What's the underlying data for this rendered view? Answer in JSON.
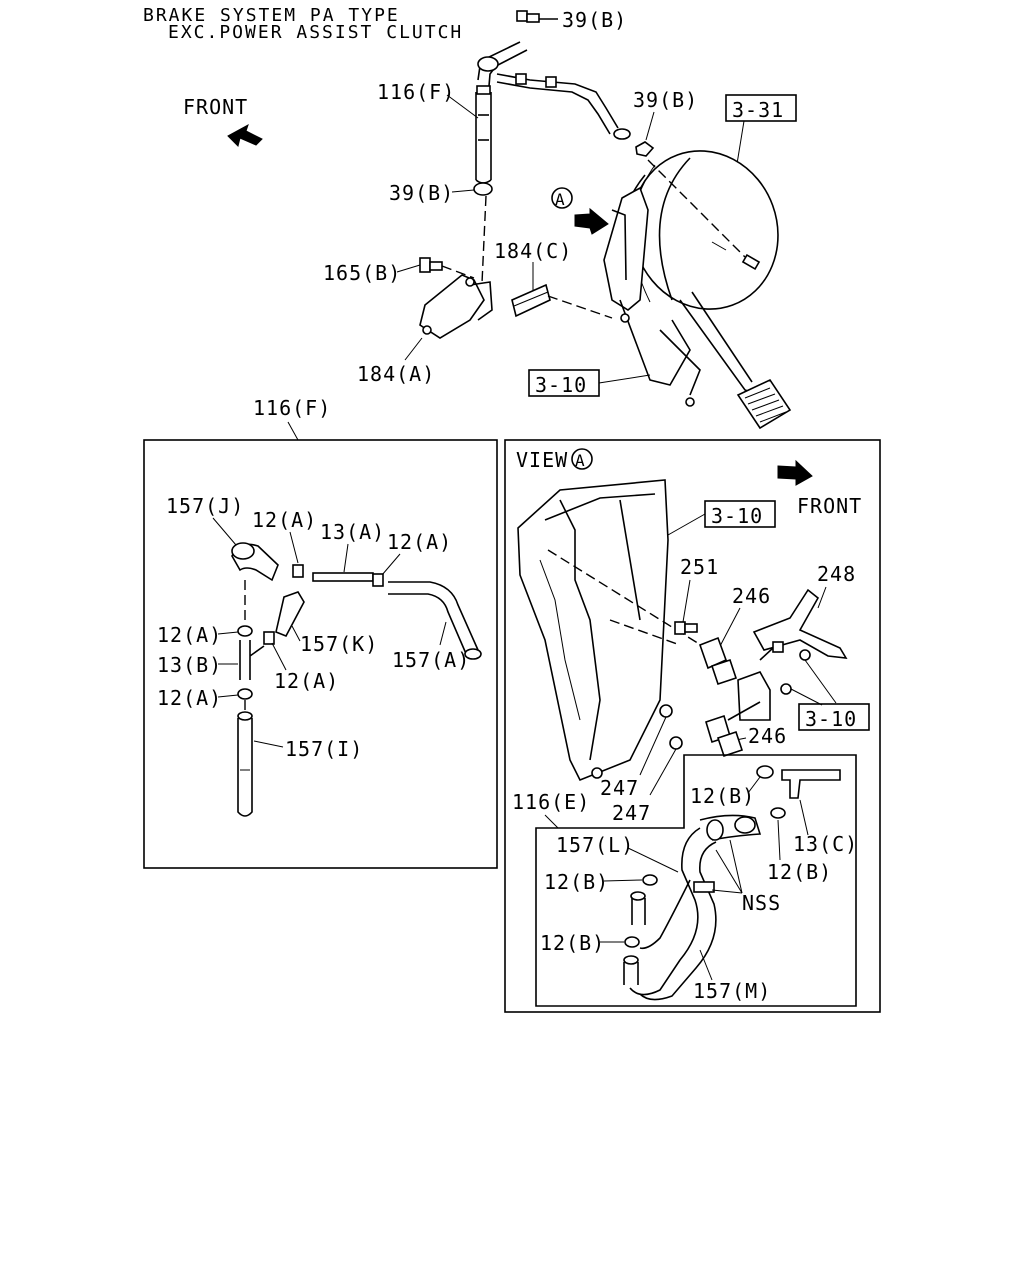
{
  "title": {
    "line1": "BRAKE SYSTEM PA TYPE",
    "line2": "EXC.POWER ASSIST CLUTCH"
  },
  "upper": {
    "part_39b_top": "39(B)",
    "part_39b_right": "39(B)",
    "part_39b_mid": "39(B)",
    "part_116f": "116(F)",
    "front": "FRONT",
    "ref_3_31": "3-31",
    "view_marker": "A",
    "part_184c": "184(C)",
    "part_165b": "165(B)",
    "part_184a": "184(A)",
    "ref_3_10": "3-10"
  },
  "detail_left": {
    "title": "116(F)",
    "part_157j": "157(J)",
    "part_12a_1": "12(A)",
    "part_13a": "13(A)",
    "part_12a_2": "12(A)",
    "part_157k": "157(K)",
    "part_157a": "157(A)",
    "part_12a_3": "12(A)",
    "part_13b": "13(B)",
    "part_12a_4": "12(A)",
    "part_12a_5": "12(A)",
    "part_157i": "157(I)"
  },
  "detail_right": {
    "view_label": "VIEW",
    "view_marker": "A",
    "ref_3_10_a": "3-10",
    "front": "FRONT",
    "part_251": "251",
    "part_248": "248",
    "part_246_a": "246",
    "ref_3_10_b": "3-10",
    "part_246_b": "246",
    "part_247_a": "247",
    "part_247_b": "247",
    "part_116e": "116(E)",
    "part_12b_1": "12(B)",
    "part_13c": "13(C)",
    "part_157l": "157(L)",
    "part_12b_2": "12(B)",
    "part_12b_3": "12(B)",
    "part_nss": "NSS",
    "part_12b_4": "12(B)",
    "part_157m": "157(M)"
  }
}
